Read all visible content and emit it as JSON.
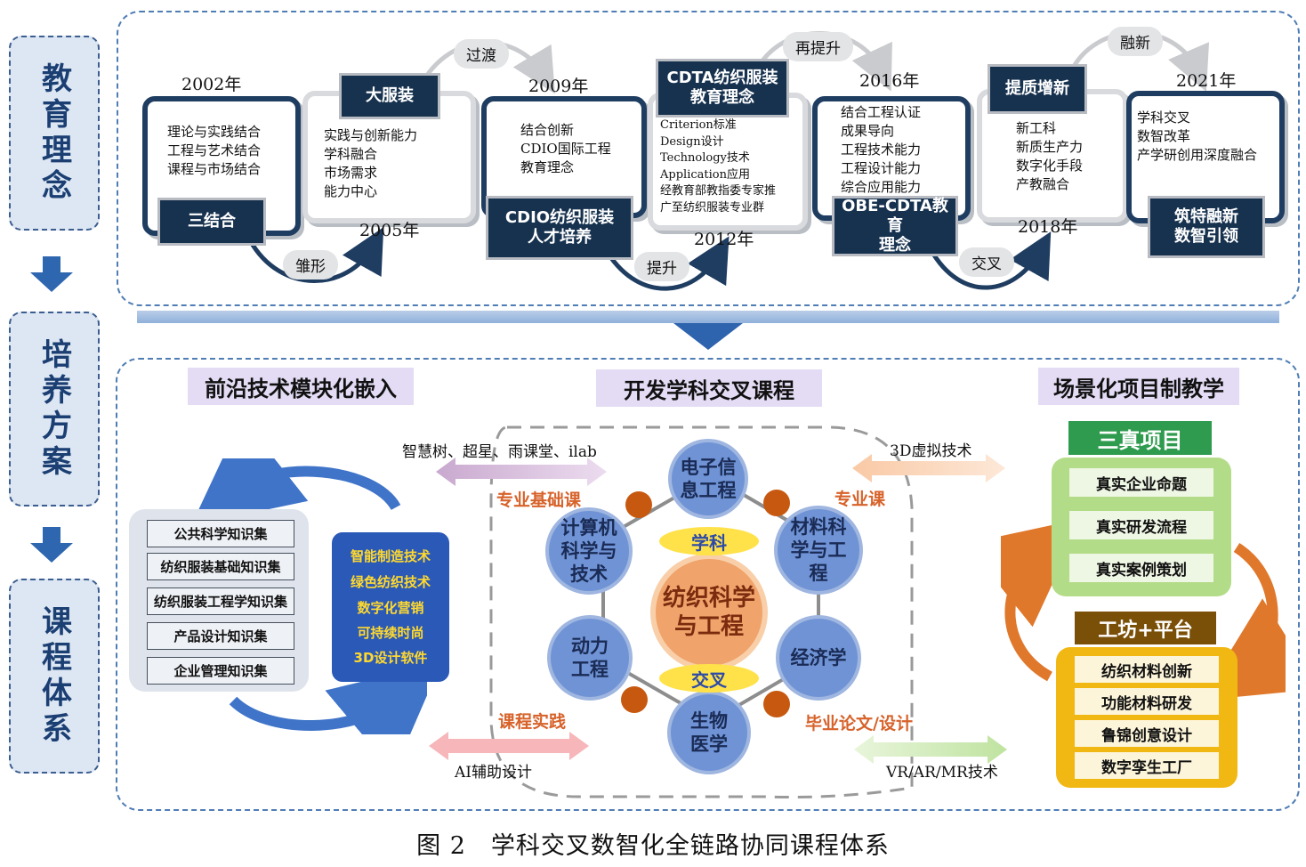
{
  "left_labels": [
    "教育理念",
    "培养方案",
    "课程体系"
  ],
  "timeline": {
    "years": [
      "2002年",
      "2005年",
      "2009年",
      "2012年",
      "2016年",
      "2018年",
      "2021年"
    ],
    "arcs": [
      "雏形",
      "过渡",
      "提升",
      "再提升",
      "交叉",
      "融新"
    ],
    "boxes": [
      {
        "label": "三结合",
        "lines": [
          "理论与实践结合",
          "工程与艺术结合",
          "课程与市场结合"
        ]
      },
      {
        "label": "大服装",
        "lines": [
          "实践与创新能力",
          "学科融合",
          "市场需求",
          "能力中心"
        ]
      },
      {
        "label_l1": "CDIO纺织服装",
        "label_l2": "人才培养",
        "lines": [
          "结合创新",
          "CDIO国际工程",
          "教育理念"
        ]
      },
      {
        "label_l1": "CDTA纺织服装",
        "label_l2": "教育理念",
        "lines": [
          "Criterion标准",
          "Design设计",
          "Technology技术",
          "Application应用",
          "经教育部教指委专家推",
          "广至纺织服装专业群"
        ]
      },
      {
        "label_l1": "OBE-CDTA教育",
        "label_l2": "理念",
        "lines": [
          "结合工程认证",
          "成果导向",
          "工程技术能力",
          "工程设计能力",
          "综合应用能力"
        ]
      },
      {
        "label": "提质增新",
        "lines": [
          "新工科",
          "新质生产力",
          "数字化手段",
          "产教融合"
        ]
      },
      {
        "label_l1": "筑特融新",
        "label_l2": "数智引领",
        "lines": [
          "学科交叉",
          "数智改革",
          "产学研创用深度融合"
        ]
      }
    ]
  },
  "sections": {
    "left_title": "前沿技术模块化嵌入",
    "mid_title": "开发学科交叉课程",
    "right_title": "场景化项目制教学"
  },
  "knowledge_sets": [
    "公共科学知识集",
    "纺织服装基础知识集",
    "纺织服装工程学知识集",
    "产品设计知识集",
    "企业管理知识集"
  ],
  "tech_modules": [
    "智能制造技术",
    "绿色纺织技术",
    "数字化营销",
    "可持续时尚",
    "3D设计软件"
  ],
  "center": {
    "core_l1": "纺织科学",
    "core_l2": "与工程",
    "top_tag": "学科",
    "bottom_tag": "交叉",
    "disciplines": [
      {
        "l1": "电子信",
        "l2": "息工程"
      },
      {
        "l1": "材料科",
        "l2": "学与工",
        "l3": "程"
      },
      {
        "l1": "经济学"
      },
      {
        "l1": "生物",
        "l2": "医学"
      },
      {
        "l1": "动力",
        "l2": "工程"
      },
      {
        "l1": "计算机",
        "l2": "科学与",
        "l3": "技术"
      }
    ],
    "course_types": {
      "tl": "专业基础课",
      "tr": "专业课",
      "bl": "课程实践",
      "br": "毕业论文/设计"
    },
    "tools": {
      "tl": "智慧树、超星、雨课堂、ilab",
      "tr": "3D虚拟技术",
      "bl": "AI辅助设计",
      "br": "VR/AR/MR技术"
    }
  },
  "projects": {
    "green_title": "三真项目",
    "green_items": [
      "真实企业命题",
      "真实研发流程",
      "真实案例策划"
    ],
    "yellow_title": "工坊+平台",
    "yellow_items": [
      "纺织材料创新",
      "功能材料研发",
      "鲁锦创意设计",
      "数字孪生工厂"
    ]
  },
  "caption": "图 2　学科交叉数智化全链路协同课程体系",
  "colors": {
    "navy": "#17324f",
    "panel_border": "#4f7db5",
    "orange": "#d7622a",
    "green": "#2f9b4f",
    "gold": "#f1b814"
  }
}
